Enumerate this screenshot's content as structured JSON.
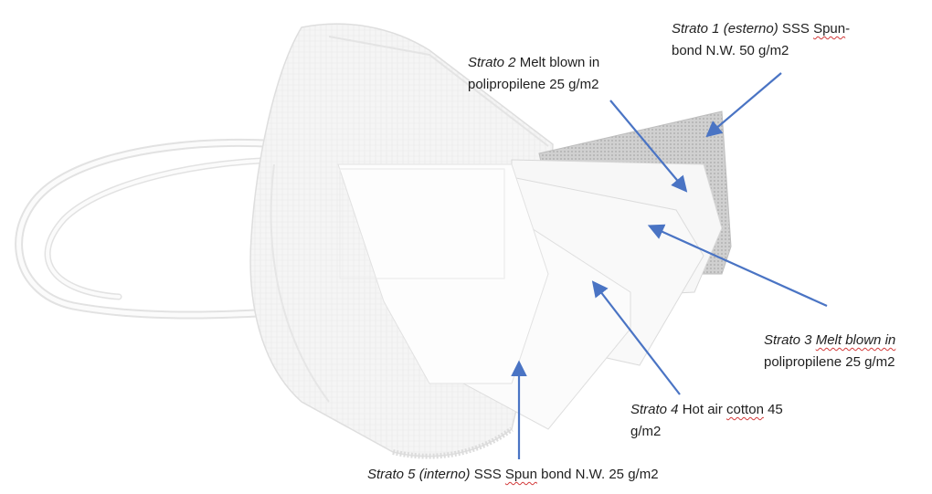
{
  "colors": {
    "arrow": "#4a74c4",
    "mask": "#f4f4f4",
    "outer_layer": "#cfcfcf",
    "underline": "#d23a3a"
  },
  "labels": {
    "strato1": {
      "name": "Strato 1 (esterno)",
      "text1": " SSS ",
      "text1b": "Spun",
      "text1c": "-",
      "text2": "bond N.W. 50 g/m2"
    },
    "strato2": {
      "name": "Strato 2",
      "text1": " Melt blown in",
      "text2": "polipropilene 25 g/m2"
    },
    "strato3": {
      "name": "Strato 3 ",
      "text1": "Melt blown in",
      "text2": "polipropilene 25 g/m2"
    },
    "strato4": {
      "name": "Strato 4",
      "text1a": " Hot air ",
      "text1b": "cotton",
      "text1c": " 45",
      "text2": "g/m2"
    },
    "strato5": {
      "name": "Strato 5 (interno)",
      "text1a": " SSS ",
      "text1b": "Spun",
      "text1c": " bond N.W. 25 g/m2"
    }
  }
}
